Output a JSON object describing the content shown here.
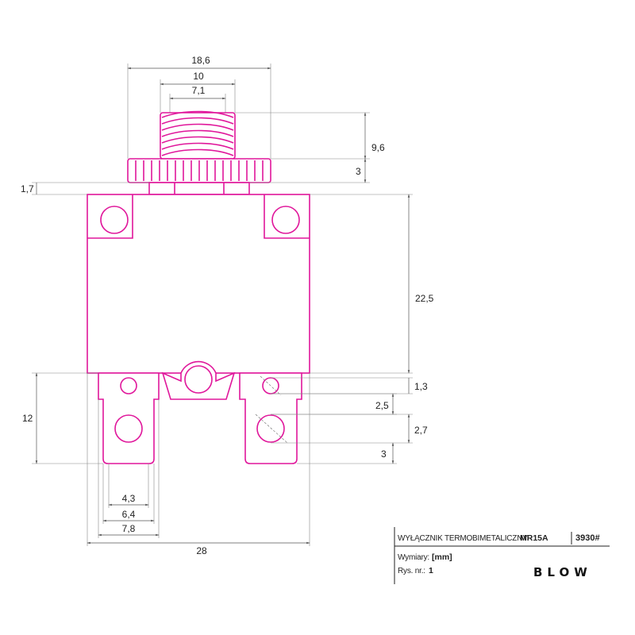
{
  "dimensions": {
    "overall_top_width": "18,6",
    "nut_width": "10",
    "thread_width": "7,1",
    "thread_height": "9,6",
    "nut_height": "3",
    "collar_height": "1,7",
    "body_height": "22,5",
    "terminal_length": "12",
    "small_hole": "1,3",
    "hole_spacing": "2,5",
    "large_hole": "2,7",
    "terminal_end": "3",
    "terminal_inner_width": "4,3",
    "terminal_mid_width": "6,4",
    "terminal_outer_width": "7,8",
    "overall_width": "28"
  },
  "title_block": {
    "product_name": "WYŁĄCZNIK TERMOBIMETALICZNY",
    "model": "MR15A",
    "code": "3930#",
    "units_label": "Wymiary:",
    "units_value": "[mm]",
    "drawing_no_label": "Rys. nr.:",
    "drawing_no_value": "1",
    "logo": "BLOW"
  },
  "colors": {
    "part_outline": "#e0179b",
    "dimension_lines": "#555555"
  }
}
